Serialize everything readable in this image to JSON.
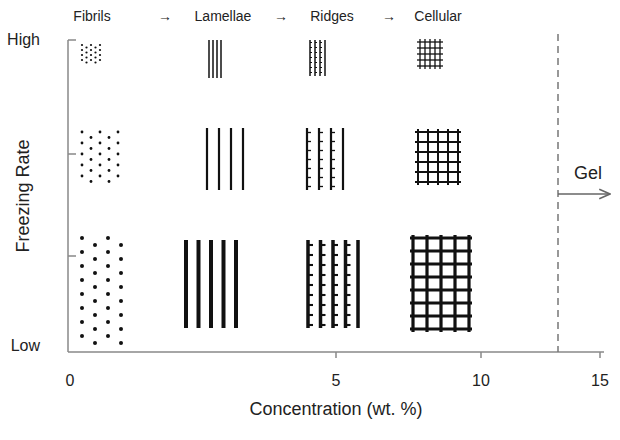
{
  "diagram": {
    "labels": [
      "Fibrils",
      "→",
      "Lamellae",
      "→",
      "Ridges",
      "→",
      "Cellular",
      "High",
      "Freezing Rate",
      "Low",
      "Gel",
      "0",
      "5",
      "10",
      "15",
      "Concentration (wt. %)"
    ]
  }
}
